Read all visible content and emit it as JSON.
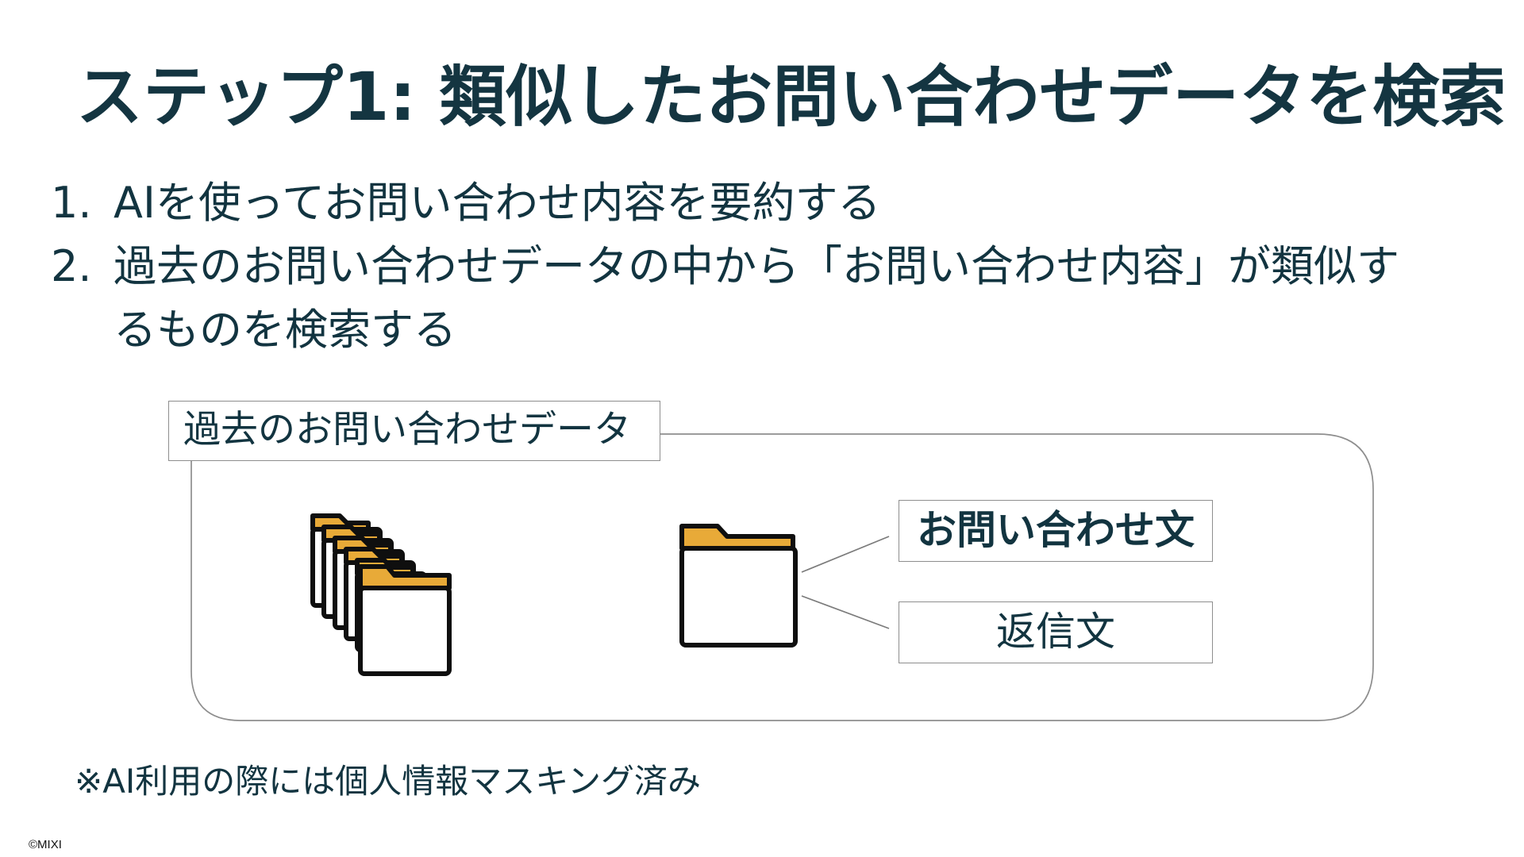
{
  "title": "ステップ1: 類似したお問い合わせデータを検索",
  "steps": [
    {
      "number": "1.",
      "text": "AIを使ってお問い合わせ内容を要約する"
    },
    {
      "number": "2.",
      "text": "過去のお問い合わせデータの中から「お問い合わせ内容」が類似するものを検索する"
    }
  ],
  "diagram": {
    "container_label": "過去のお問い合わせデータ",
    "fields": [
      "お問い合わせ文",
      "返信文"
    ],
    "icons": {
      "stack": "folder-stack-icon",
      "single": "folder-icon"
    },
    "colors": {
      "folder_tab": "#e8aa38",
      "outline": "#0f0f0f",
      "connector": "#7b7b7b"
    }
  },
  "note": "※AI利用の際には個人情報マスキング済み",
  "copyright": "©MIXI"
}
